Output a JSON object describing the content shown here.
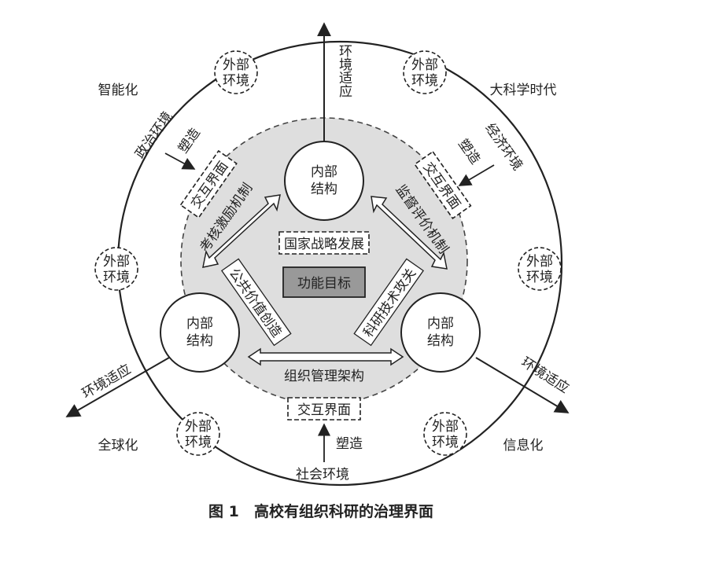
{
  "diagram": {
    "external_env_label": "外部环境",
    "external_env_line1": "外部",
    "external_env_line2": "环境",
    "internal_structure_line1": "内部",
    "internal_structure_line2": "结构",
    "environment_adaptation": "环境适应",
    "shaping": "塑造",
    "interaction_interface": "交互界面",
    "eras": {
      "intelligent": "智能化",
      "big_science": "大科学时代",
      "globalization": "全球化",
      "informatization": "信息化"
    },
    "environments": {
      "political": "政治环境",
      "economic": "经济环境",
      "social": "社会环境"
    },
    "mechanisms": {
      "incentive": "考核激励机制",
      "supervision": "监督评价机制",
      "public_value": "公共价值创造",
      "tech_breakthrough": "科研技术攻关",
      "organization": "组织管理架构"
    },
    "center": {
      "national_strategy": "国家战略发展",
      "function_goal": "功能目标"
    }
  },
  "caption": {
    "number": "图 1",
    "title": "高校有组织科研的治理界面"
  }
}
